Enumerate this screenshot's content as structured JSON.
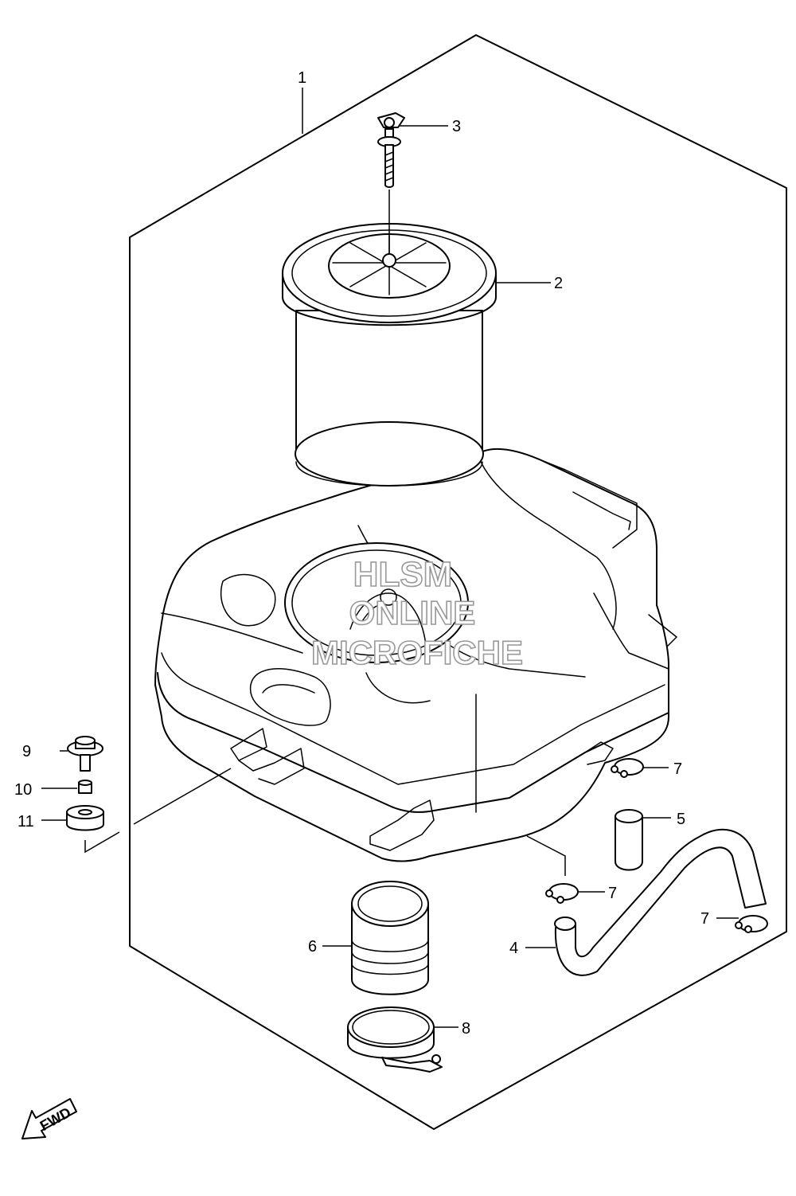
{
  "callouts": {
    "c1": "1",
    "c2": "2",
    "c3": "3",
    "c4": "4",
    "c5": "5",
    "c6": "6",
    "c7a": "7",
    "c7b": "7",
    "c7c": "7",
    "c8": "8",
    "c9": "9",
    "c10": "10",
    "c11": "11"
  },
  "watermark": {
    "line1": "HLSM",
    "line2": "ONLINE",
    "line3": "MICROFICHE"
  },
  "fwd_arrow": {
    "label": "FWD"
  }
}
